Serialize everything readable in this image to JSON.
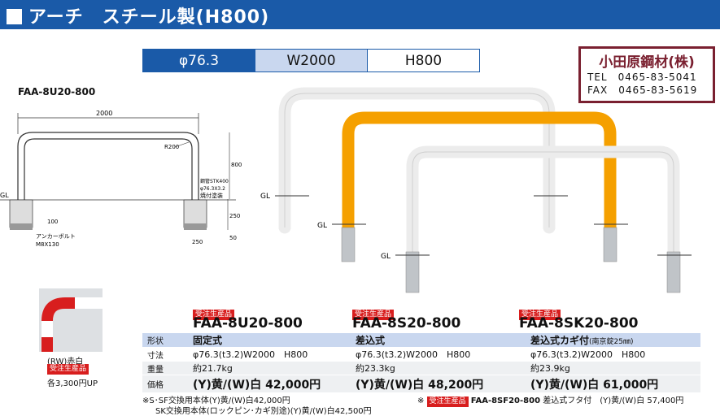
{
  "header": {
    "title": "アーチ　スチール製(H800)"
  },
  "specs": [
    "φ76.3",
    "W2000",
    "H800"
  ],
  "company": {
    "name": "小田原鋼材(株)",
    "tel": "TEL　0465-83-5041",
    "fax": "FAX　0465-83-5619"
  },
  "drawing": {
    "model": "FAA-8U20-800",
    "width": "2000",
    "radius": "R200",
    "height": "800",
    "material1": "鋼管STK400",
    "material2": "φ76.3X3.2",
    "coating": "焼付塗装",
    "gl": "GL",
    "anchor": "アンカーボルト",
    "anchor_size": "M8X130",
    "d100": "100",
    "d250v": "250",
    "d50": "50",
    "d250h": "250"
  },
  "photo_labels": {
    "gl1": "GL",
    "gl2": "GL",
    "gl3": "GL"
  },
  "swatch": {
    "name": "(RW)赤白",
    "order": "受注生産品",
    "price": "各3,300円UP"
  },
  "order_badge": "受注生産品",
  "models": [
    "FAA-8U20-800",
    "FAA-8S20-800",
    "FAA-8SK20-800"
  ],
  "table": {
    "head": {
      "label": "形状",
      "cols": [
        "固定式",
        "差込式",
        "差込式カギ付"
      ],
      "note": "(南京錠25㎜)"
    },
    "size": {
      "label": "寸法",
      "cols": [
        "φ76.3(t3.2)W2000　H800",
        "φ76.3(t3.2)W2000　H800",
        "φ76.3(t3.2)W2000　H800"
      ]
    },
    "weight": {
      "label": "重量",
      "cols": [
        "約21.7kg",
        "約23.3kg",
        "約23.9kg"
      ]
    },
    "price": {
      "label": "価格",
      "cols": [
        "(Y)黄/(W)白 42,000円",
        "(Y)黄/(W)白 48,200円",
        "(Y)黄/(W)白 61,000円"
      ]
    }
  },
  "notes": {
    "n1": "※S･SF交換用本体(Y)黄/(W)白42,000円",
    "n2": "SK交換用本体(ロックピン･カギ別途)(Y)黄/(W)白42,500円",
    "n3_prefix": "※",
    "n3_model": "FAA-8SF20-800",
    "n3_text": "差込式フタ付　(Y)黄/(W)白 57,400円"
  },
  "colors": {
    "accent": "#1a5aa8",
    "light": "#c9d7ef",
    "company": "#7a2030",
    "yellow": "#f5a000",
    "red": "#d81e1e"
  }
}
